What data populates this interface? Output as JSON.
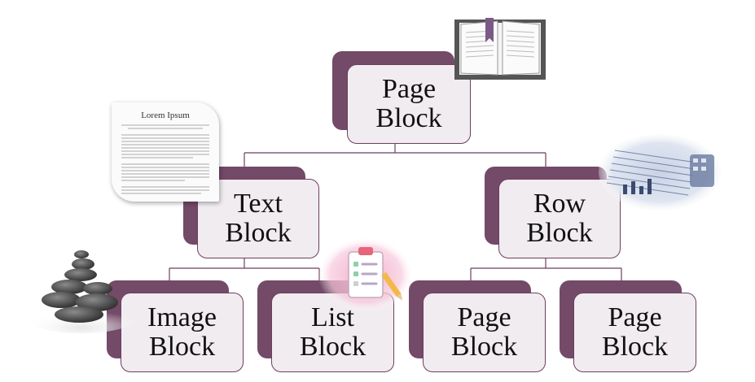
{
  "nodes": {
    "root": {
      "line1": "Page",
      "line2": "Block"
    },
    "text": {
      "line1": "Text",
      "line2": "Block"
    },
    "row": {
      "line1": "Row",
      "line2": "Block"
    },
    "image": {
      "line1": "Image",
      "line2": "Block"
    },
    "list": {
      "line1": "List",
      "line2": "Block"
    },
    "page1": {
      "line1": "Page",
      "line2": "Block"
    },
    "page2": {
      "line1": "Page",
      "line2": "Block"
    }
  },
  "document_thumb": {
    "title": "Lorem Ipsum"
  },
  "colors": {
    "accent": "#734a68",
    "card_fill": "#f1ecf0",
    "line": "#6e3f5f"
  }
}
